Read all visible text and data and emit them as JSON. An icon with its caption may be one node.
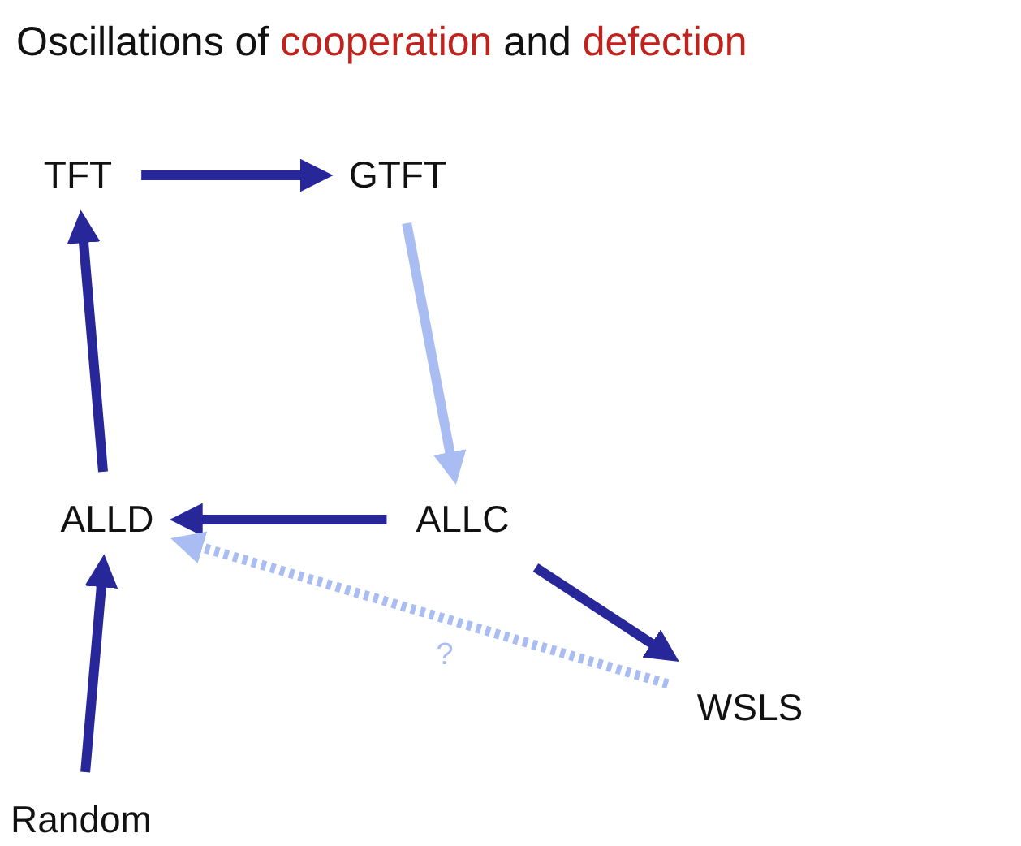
{
  "diagram": {
    "title": "Oscillations of *cooperation* and *defection*",
    "nodes": [
      {
        "text": [
          "TFT"
        ]
      },
      {
        "text": [
          "GTFT"
        ]
      },
      {
        "text": [
          "ALLD"
        ]
      },
      {
        "text": [
          "ALLC"
        ]
      },
      {
        "text": [
          "WSLS"
        ]
      },
      {
        "text": [
          "Random"
        ]
      }
    ],
    "edges": [
      {
        "from": 0,
        "to": 1,
        "arrow": "to"
      },
      {
        "from": 1,
        "to": 3,
        "arrow": "to",
        "color": "#a9bdf2"
      },
      {
        "from": 3,
        "to": 2,
        "arrow": "to"
      },
      {
        "from": 2,
        "to": 0,
        "arrow": "to"
      },
      {
        "from": 3,
        "to": 4,
        "arrow": "to"
      },
      {
        "from": 4,
        "to": 2,
        "arrow": "to",
        "label": "?",
        "style": "dashed",
        "color": "#a9bdf2"
      },
      {
        "from": 5,
        "to": 2,
        "arrow": "to"
      }
    ]
  }
}
